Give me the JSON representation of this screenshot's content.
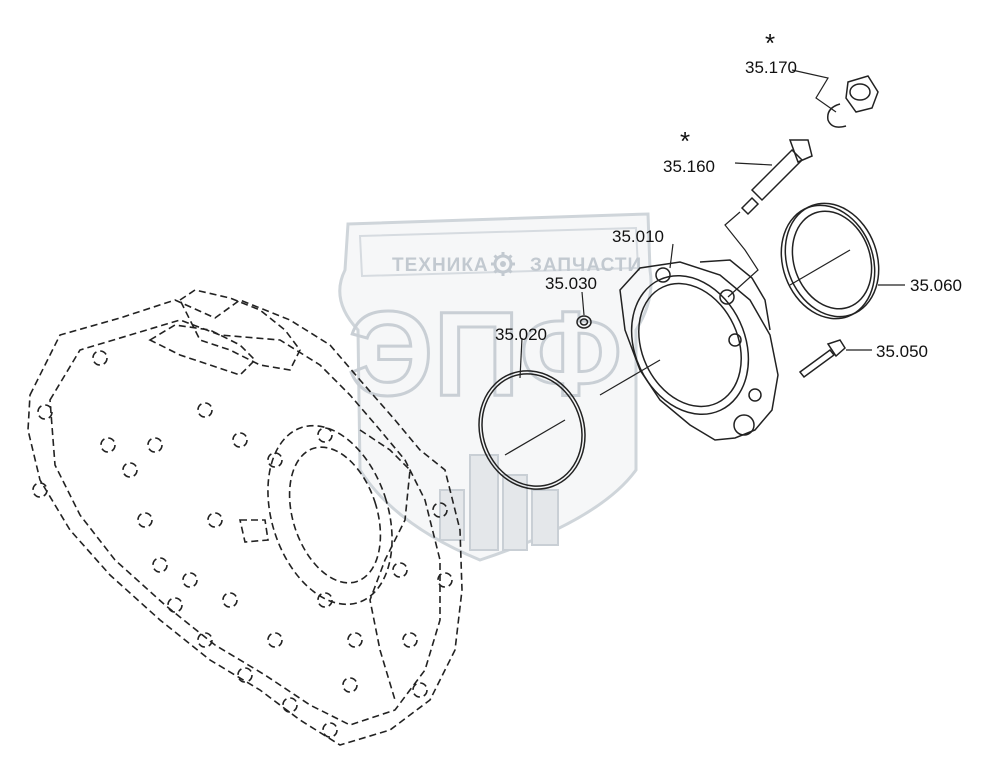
{
  "watermark": {
    "left_word": "ТЕХНИКА",
    "right_word": "ЗАПЧАСТИ",
    "monogram": "ЭПФ",
    "gear_icon": "gear-icon"
  },
  "callouts": {
    "p35170": "35.170",
    "p35160": "35.160",
    "p35010": "35.010",
    "p35030": "35.030",
    "p35020": "35.020",
    "p35060": "35.060",
    "p35050": "35.050"
  },
  "markers": {
    "star_35170": "*",
    "star_35160": "*"
  }
}
